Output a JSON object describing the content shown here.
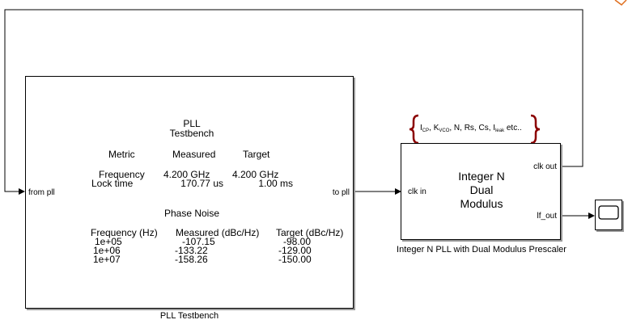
{
  "testbench": {
    "title_line1": "PLL",
    "title_line2": "Testbench",
    "headers": {
      "metric": "Metric",
      "measured": "Measured",
      "target": "Target"
    },
    "rows": [
      {
        "metric": "Frequency",
        "measured": "4.200 GHz",
        "target": "4.200 GHz"
      },
      {
        "metric": "Lock time",
        "measured": "170.77 us",
        "target": "1.00 ms"
      }
    ],
    "phase_noise_title": "Phase Noise",
    "pn_headers": {
      "freq": "Frequency (Hz)",
      "measured": "Measured (dBc/Hz)",
      "target": "Target (dBc/Hz)"
    },
    "pn_rows": [
      {
        "freq": "1e+05",
        "measured": "-107.15",
        "target": "-98.00"
      },
      {
        "freq": "1e+06",
        "measured": "-133.22",
        "target": "-129.00"
      },
      {
        "freq": "1e+07",
        "measured": "-158.26",
        "target": "-150.00"
      }
    ],
    "input_port": "from pll",
    "output_port": "to pll",
    "caption": "PLL Testbench"
  },
  "pll_block": {
    "line1": "Integer N",
    "line2": "Dual",
    "line3": "Modulus",
    "input_port": "clk in",
    "output_port_1": "clk out",
    "output_port_2": "lf_out",
    "caption": "Integer N PLL with Dual Modulus Prescaler"
  },
  "params": {
    "icp": {
      "main": "I",
      "sub": "CP"
    },
    "sep1": ", ",
    "kvco": {
      "main": "K",
      "sub": "VCO"
    },
    "middle": ", N, Rs, Cs, ",
    "ileak": {
      "main": "I",
      "sub": "leak"
    },
    "tail": " etc.."
  },
  "colors": {
    "brace": "#8b0000",
    "wire": "#000000",
    "accent": "#e07020"
  }
}
